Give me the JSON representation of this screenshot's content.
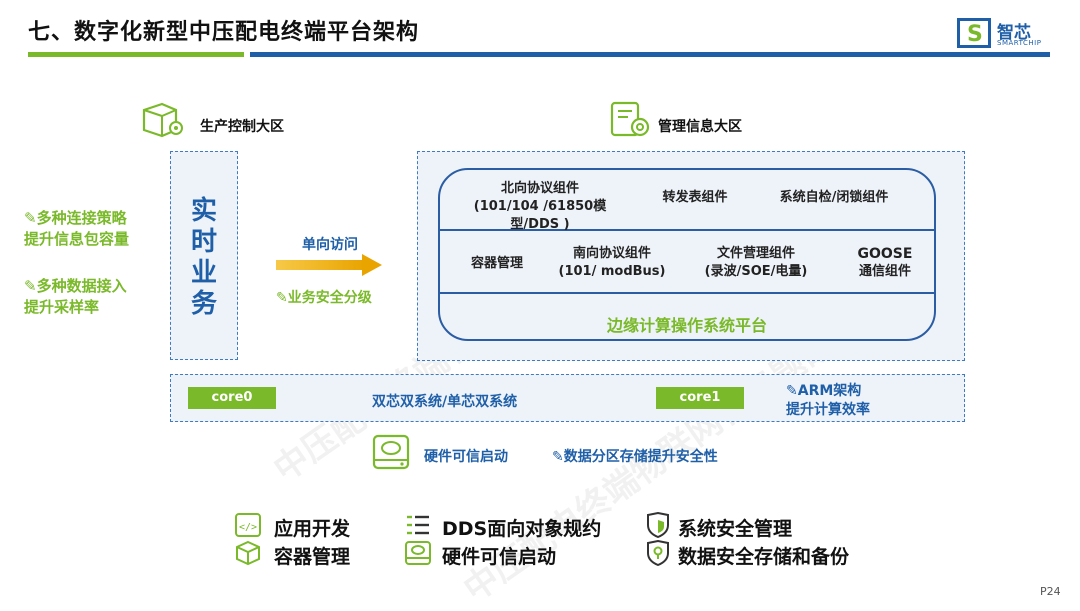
{
  "header": {
    "title": "七、数字化新型中压配电终端平台架构",
    "logo_cn": "智芯",
    "logo_en": "SMARTCHIP"
  },
  "zones": {
    "production": "生产控制大区",
    "management": "管理信息大区"
  },
  "realtime": [
    "实",
    "时",
    "业",
    "务"
  ],
  "left_notes": [
    {
      "line1": "✎多种连接策略",
      "line2": "提升信息包容量"
    },
    {
      "line1": "✎多种数据接入",
      "line2": "提升采样率"
    }
  ],
  "access": {
    "label": "单向访问",
    "security": "✎业务安全分级"
  },
  "edge_platform": {
    "row1": [
      {
        "line1": "北向协议组件",
        "line2": "(101/104 /61850模型/DDS )"
      },
      {
        "line1": "转发表组件",
        "line2": ""
      },
      {
        "line1": "系统自检/闭锁组件",
        "line2": ""
      }
    ],
    "row2": [
      {
        "line1": "容器管理",
        "line2": ""
      },
      {
        "line1": "南向协议组件",
        "line2": "(101/ modBus)"
      },
      {
        "line1": "文件营理组件",
        "line2": "(录波/SOE/电量)"
      },
      {
        "line1": "GOOSE",
        "line2": "通信组件"
      }
    ],
    "title": "边缘计算操作系统平台"
  },
  "cores": {
    "core0": "core0",
    "core1": "core1",
    "system": "双芯双系统/单芯双系统",
    "arm_line1": "✎ARM架构",
    "arm_line2": "提升计算效率"
  },
  "hardware": {
    "boot": "硬件可信启动",
    "partition": "✎数据分区存储提升安全性"
  },
  "features": [
    {
      "label": "应用开发",
      "icon": "code-icon"
    },
    {
      "label": "DDS面向对象规约",
      "icon": "list-icon"
    },
    {
      "label": "系统安全管理",
      "icon": "shield-icon"
    },
    {
      "label": "容器管理",
      "icon": "cube-icon"
    },
    {
      "label": "硬件可信启动",
      "icon": "monitor-icon"
    },
    {
      "label": "数据安全存储和备份",
      "icon": "lock-shield-icon"
    }
  ],
  "page": "P24",
  "colors": {
    "green": "#7ab929",
    "blue": "#1f5fa8",
    "arrow": "#f2b705"
  },
  "watermark": "中压配电终端物联网化专题研讨会"
}
